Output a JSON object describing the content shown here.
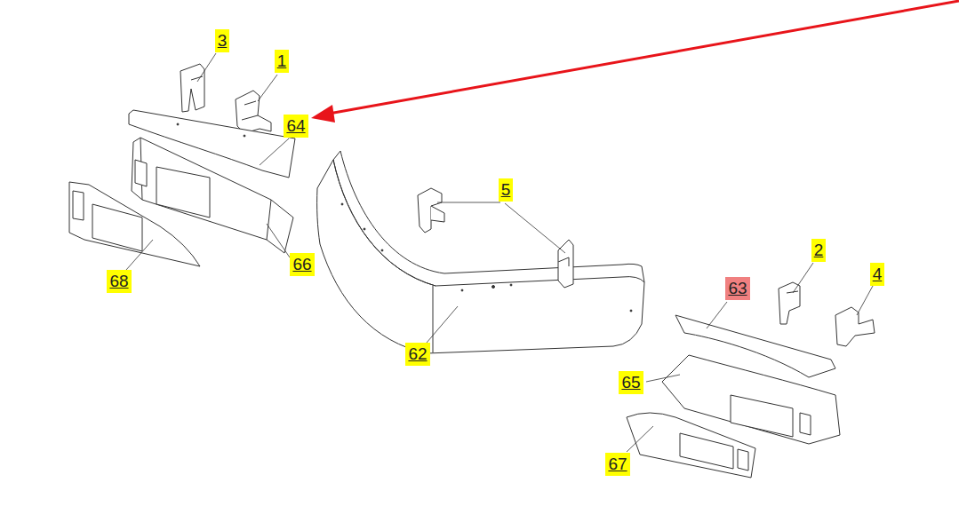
{
  "diagram": {
    "labels": [
      "3",
      "1",
      "64",
      "66",
      "68",
      "5",
      "62",
      "2",
      "4",
      "63",
      "65",
      "67"
    ]
  }
}
